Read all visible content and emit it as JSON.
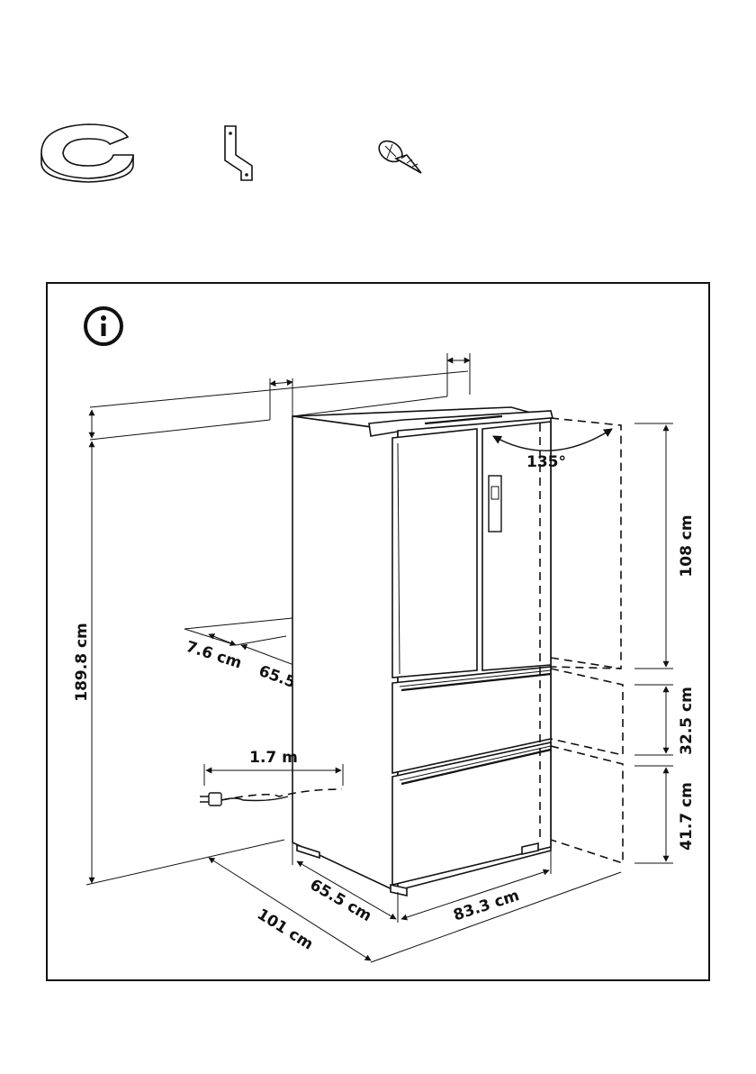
{
  "parts": [
    {
      "icon": "spacer-ring-icon"
    },
    {
      "icon": "wall-bracket-icon"
    },
    {
      "icon": "screw-icon"
    }
  ],
  "info_icon": "info-icon",
  "dimensions": {
    "door_angle": "135°",
    "door_height": "108 cm",
    "middle_drawer_height": "32.5 cm",
    "bottom_drawer_height": "41.7 cm",
    "total_height": "189.8 cm",
    "rear_gap": "7.6 cm",
    "depth_top": "65.5 cm",
    "cable_length": "1.7 m",
    "depth_bottom": "65.5 cm",
    "width": "83.3 cm",
    "open_depth": "101 cm"
  }
}
